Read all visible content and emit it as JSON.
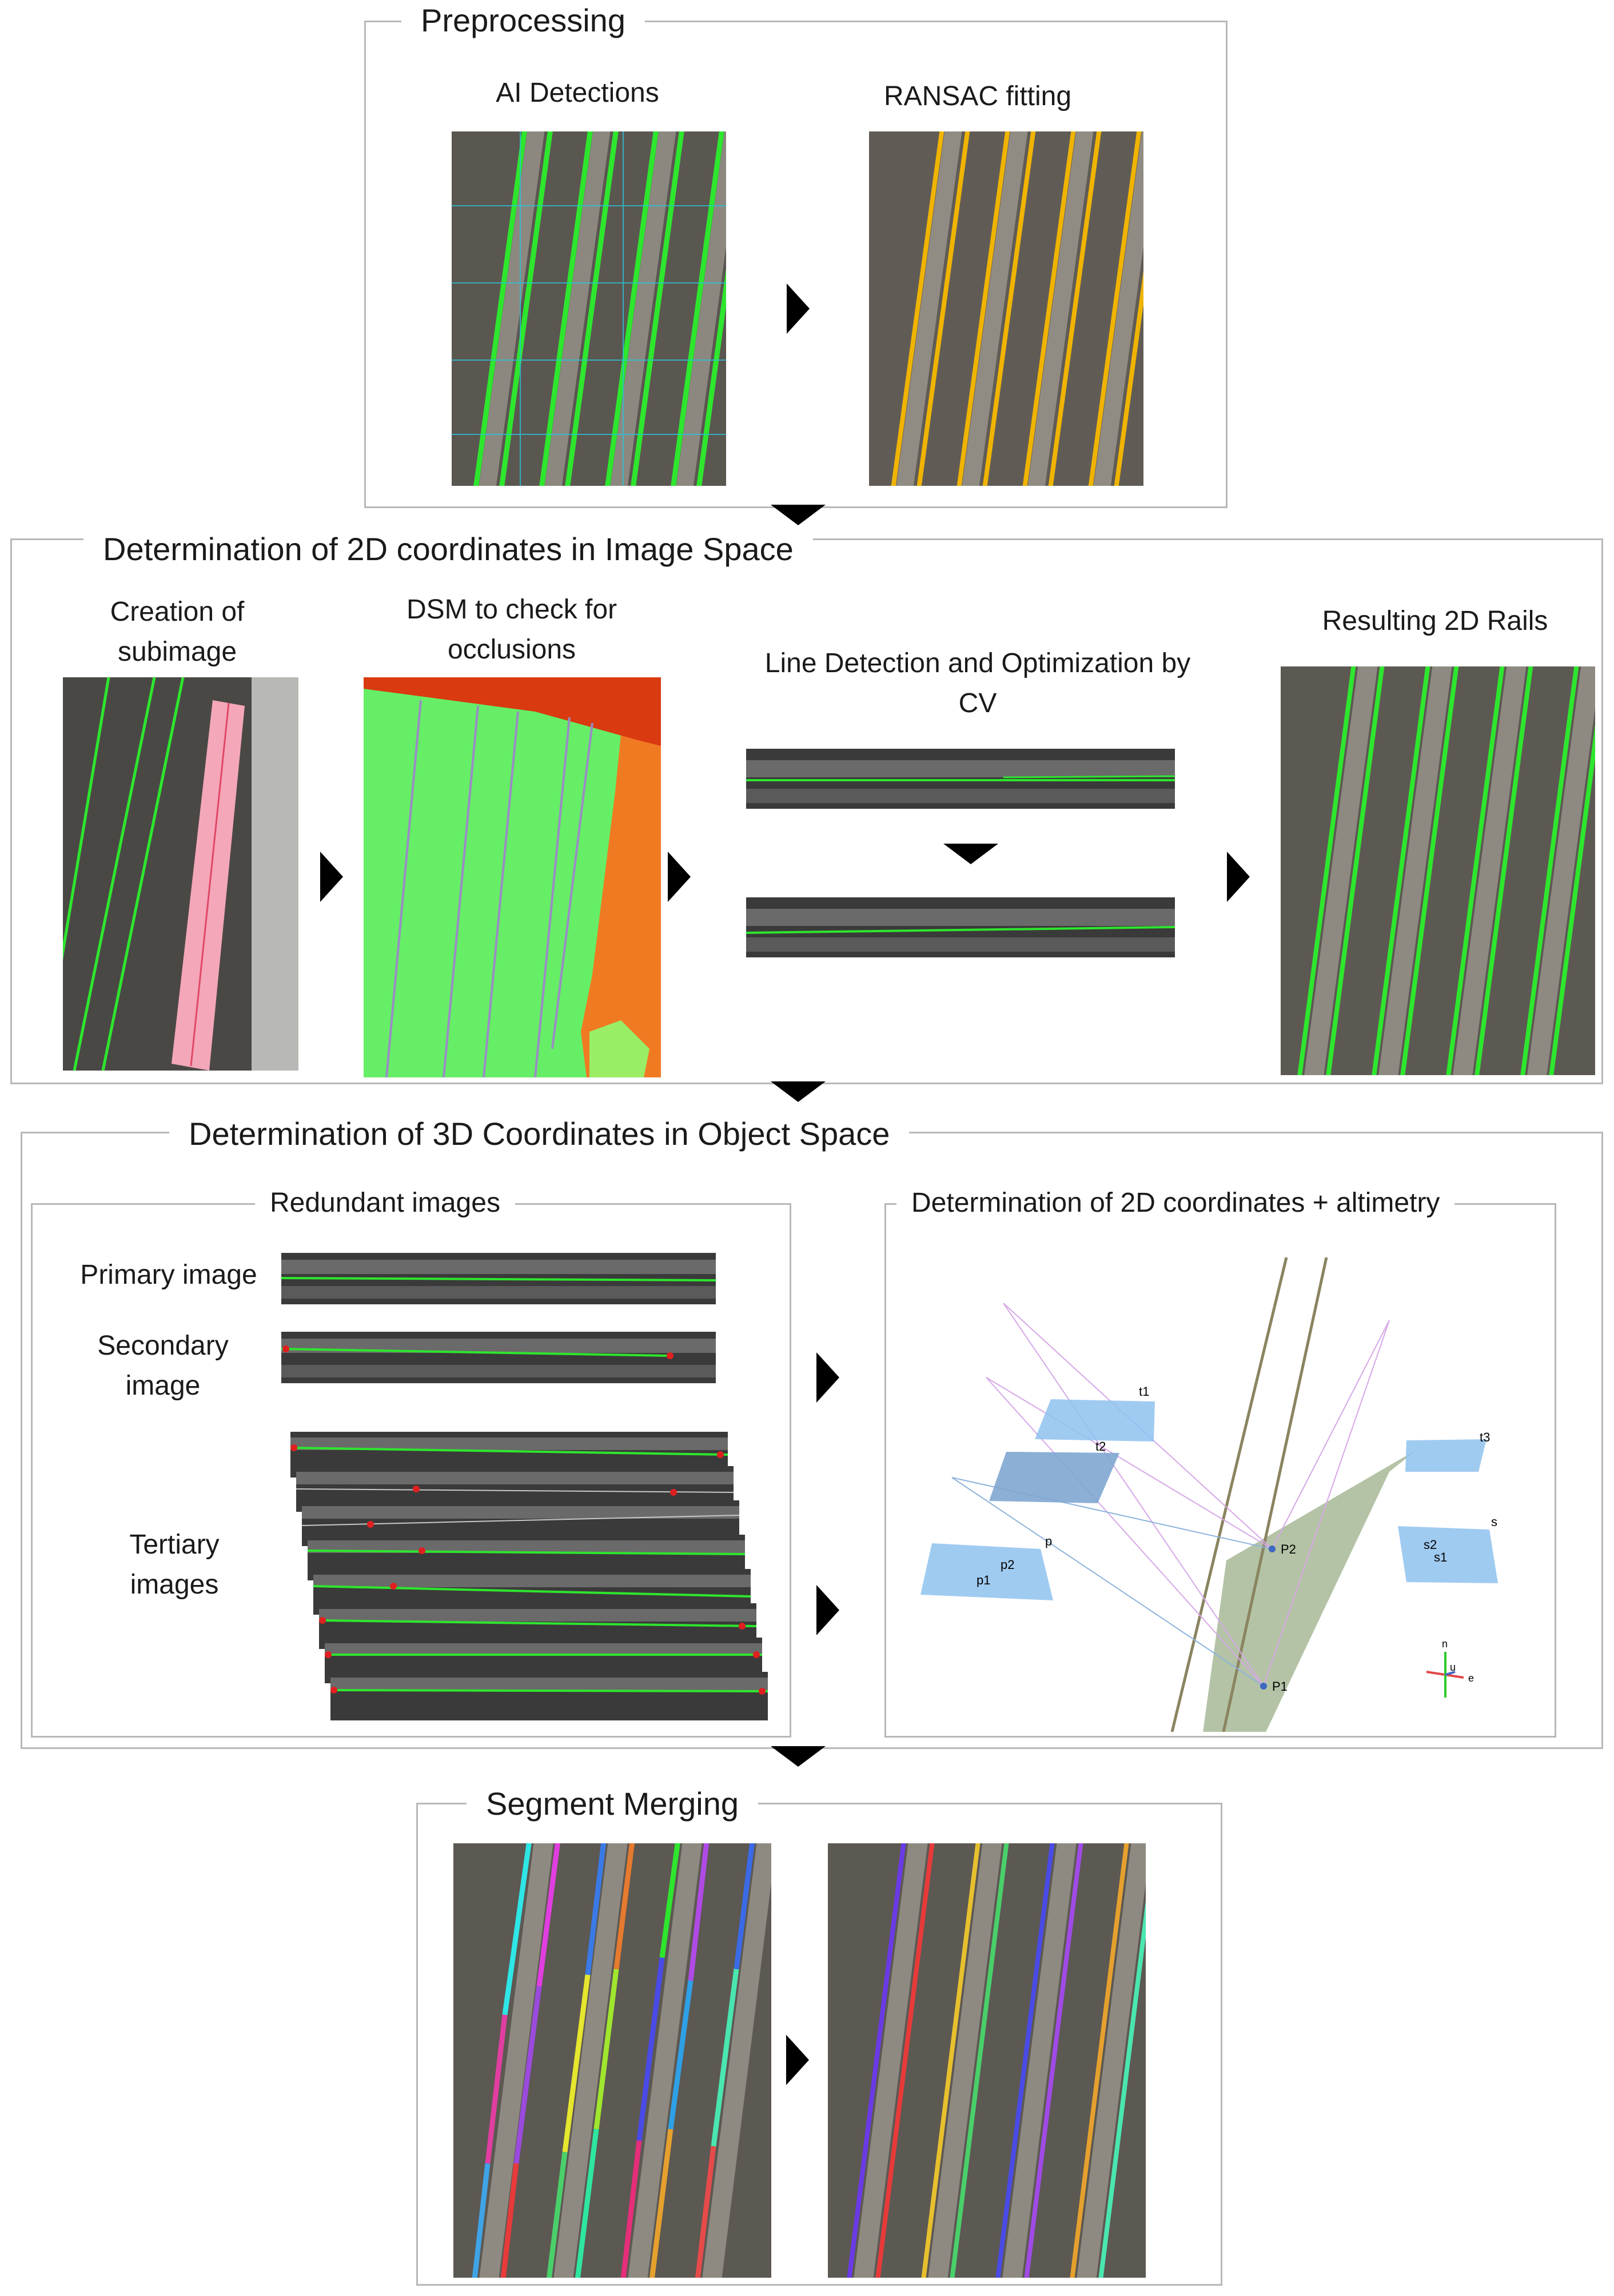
{
  "preprocessing": {
    "title": "Preprocessing",
    "ai_caption": "AI Detections",
    "ransac_caption": "RANSAC fitting"
  },
  "image_space": {
    "title": "Determination of 2D coordinates in Image Space",
    "subimage_caption": "Creation of subimage",
    "dsm_caption": "DSM to check for occlusions",
    "line_caption": "Line Detection and Optimization by CV",
    "result_caption": "Resulting 2D Rails"
  },
  "object_space": {
    "title": "Determination of 3D Coordinates in Object Space",
    "redundant": {
      "title": "Redundant images",
      "primary": "Primary image",
      "secondary": "Secondary image",
      "tertiary": "Tertiary images"
    },
    "altimetry": {
      "title": "Determination of 2D coordinates + altimetry",
      "labels": {
        "t1": "t1",
        "t2": "t2",
        "t3": "t3",
        "p": "p",
        "p1": "p1",
        "p2": "p2",
        "s": "s",
        "s1": "s1",
        "s2": "s2",
        "P1": "P1",
        "P2": "P2",
        "n": "n",
        "u": "u",
        "e": "e"
      }
    }
  },
  "merging": {
    "title": "Segment Merging"
  },
  "colors": {
    "rail_green": "#2ee62e",
    "rail_yellow": "#f0b400",
    "dsm_green": "#66ee66",
    "dsm_orange": "#f07a22",
    "dsm_red": "#d93a10",
    "subimage_pink": "#f4a7b9",
    "plane_blue": "#8fc2ee"
  }
}
